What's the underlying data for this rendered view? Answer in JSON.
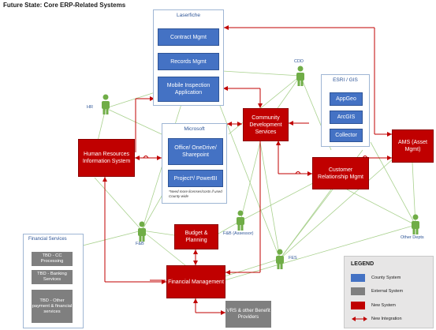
{
  "title": "Future State: Core ERP-Related Systems",
  "colors": {
    "county": "#4472c4",
    "external": "#7f7f7f",
    "new_system": "#c00000",
    "integration": "#c00000",
    "connector": "#a9d18e",
    "stakeholder": "#70ad47",
    "group_border": "#9fb6d4",
    "group_title": "#2e5597"
  },
  "groups": {
    "laserfiche": {
      "title": "Laserfiche",
      "items": [
        "Contract Mgmt",
        "Records Mgmt",
        "Mobile Inspection Application"
      ]
    },
    "microsoft": {
      "title": "Microsoft",
      "items": [
        "Office/ OneDrive/ Sharepoint",
        "Project*/ PowerBI"
      ],
      "note": "*Need more licenses/costs if used County-wide"
    },
    "esri": {
      "title": "ESRI / GIS",
      "items": [
        "AppGeo",
        "ArcGIS",
        "Collector"
      ]
    },
    "financial_services": {
      "title": "Financial Services",
      "items": [
        "TBD - CC Processing",
        "TBD - Banking Services",
        "TBD - Other payment & financial services"
      ]
    }
  },
  "systems": {
    "hris": "Human Resources Information System",
    "community_dev": "Community Development Services",
    "ams": "AMS (Asset Mgmt)",
    "crm": "Customer Relationship Mgmt",
    "budget": "Budget & Planning",
    "financial_mgmt": "Financial Management",
    "vrs": "VRS & other Benefit Providers"
  },
  "stakeholders": {
    "hr": "HR",
    "cdd": "CDD",
    "fb": "F&B",
    "fb_assessor": "F&B (Assessor)",
    "fes": "FES",
    "other_depts": "Other Depts"
  },
  "legend": {
    "title": "LEGEND",
    "items": [
      "County System",
      "External System",
      "New System",
      "New Integration"
    ]
  }
}
